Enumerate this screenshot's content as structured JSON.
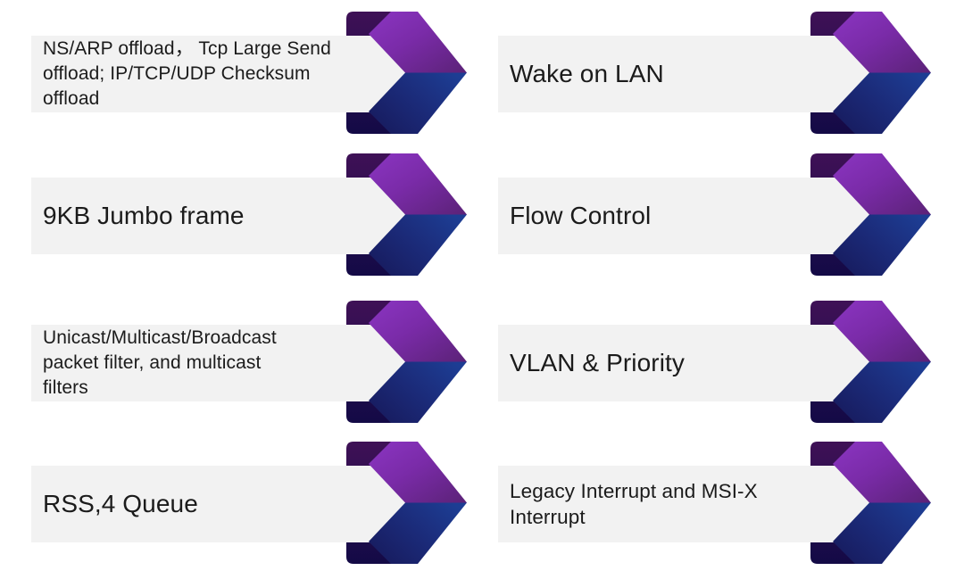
{
  "colors": {
    "page_background": "#ffffff",
    "box_fill": "#f2f2f2",
    "text_color": "#1b1b1b",
    "arrow_purple_bright": "#8b35c2",
    "arrow_purple_mid": "#7a2ba8",
    "arrow_purple_deep": "#5b2277",
    "arrow_blue_deep": "#171a5c",
    "arrow_blue_mid": "#1b2a78",
    "arrow_blue_bright": "#1d3d93",
    "fold_purple": "#3f1156",
    "fold_navy": "#130a46"
  },
  "icon": "chevron-arrow-icon",
  "items": [
    {
      "id": "offload",
      "label": "NS/ARP offload， Tcp Large Send\noffload; IP/TCP/UDP Checksum\noffload"
    },
    {
      "id": "wake-on-lan",
      "label": "Wake on LAN"
    },
    {
      "id": "jumbo-frame",
      "label": "9KB Jumbo frame"
    },
    {
      "id": "flow-control",
      "label": "Flow Control"
    },
    {
      "id": "packet-filter",
      "label": "Unicast/Multicast/Broadcast\npacket filter, and multicast\nfilters"
    },
    {
      "id": "vlan-priority",
      "label": "VLAN & Priority"
    },
    {
      "id": "rss-queue",
      "label": "RSS,4 Queue"
    },
    {
      "id": "interrupt",
      "label": "Legacy Interrupt and MSI-X\nInterrupt"
    }
  ]
}
